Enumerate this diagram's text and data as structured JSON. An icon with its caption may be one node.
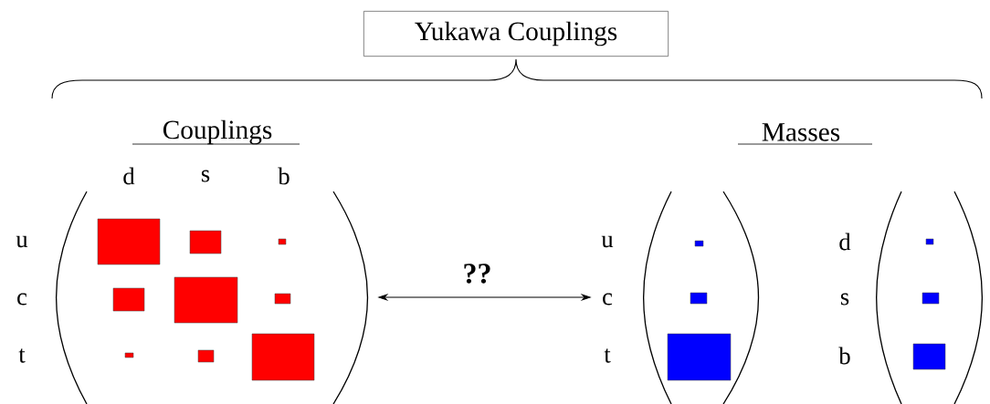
{
  "diagram": {
    "nodes": [
      {
        "text": [
          "Yukawa Couplings"
        ]
      },
      {
        "text": [
          "Couplings"
        ]
      },
      {
        "text": [
          "Masses"
        ]
      }
    ],
    "edges": [
      {
        "from": 1,
        "to": 2,
        "arrow": "both",
        "label": "??"
      }
    ],
    "labels": [
      "d",
      "s",
      "b",
      "u",
      "c",
      "t",
      "u",
      "c",
      "t",
      "d",
      "s",
      "b"
    ]
  }
}
